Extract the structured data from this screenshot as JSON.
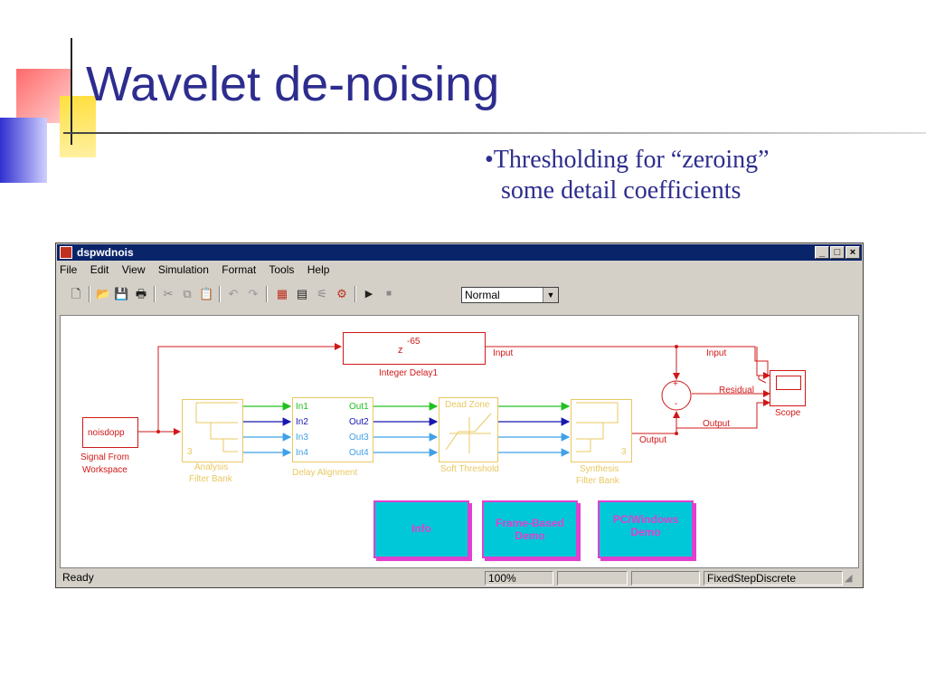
{
  "slide": {
    "title": "Wavelet de-noising",
    "bullet_line1": "•Thresholding for “zeroing”",
    "bullet_line2": "some detail coefficients"
  },
  "window": {
    "title": "dspwdnois",
    "controls": {
      "minimize": "_",
      "maximize": "□",
      "close": "×"
    }
  },
  "menu": [
    "File",
    "Edit",
    "View",
    "Simulation",
    "Format",
    "Tools",
    "Help"
  ],
  "toolbar": {
    "mode_select": "Normal",
    "icons": [
      "new-icon",
      "open-icon",
      "save-icon",
      "print-icon",
      "cut-icon",
      "copy-icon",
      "paste-icon",
      "undo-icon",
      "redo-icon",
      "library-icon",
      "model-browser-icon",
      "debug-icon",
      "solver-icon",
      "start-icon",
      "stop-icon"
    ]
  },
  "diagram": {
    "source": {
      "value": "noisdopp",
      "label1": "Signal From",
      "label2": "Workspace"
    },
    "analysis": {
      "digit": "3",
      "label1": "Analysis",
      "label2": "Filter Bank"
    },
    "delay_block": {
      "z": "z",
      "exp": "-65",
      "label": "Integer Delay1"
    },
    "delay_alignment": {
      "inputs": [
        "In1",
        "In2",
        "In3",
        "In4"
      ],
      "outputs": [
        "Out1",
        "Out2",
        "Out3",
        "Out4"
      ],
      "label": "Delay Alignment"
    },
    "dead_zone": {
      "title": "Dead Zone",
      "label": "Soft Threshold"
    },
    "synthesis": {
      "digit": "3",
      "label1": "Synthesis",
      "label2": "Filter Bank"
    },
    "sum": {
      "plus": "+",
      "minus": "-"
    },
    "scope": {
      "label": "Scope"
    },
    "signals": {
      "input_top": "Input",
      "input_scope": "Input",
      "residual": "Residual",
      "output_scope": "Output",
      "output": "Output"
    },
    "buttons": {
      "info": "Info",
      "frame_line1": "Frame-Based",
      "frame_line2": "Demo",
      "pc_line1": "PC/Windows",
      "pc_line2": "Demo"
    }
  },
  "status": {
    "state": "Ready",
    "zoom": "100%",
    "solver": "FixedStepDiscrete"
  },
  "colors": {
    "title": "#2d2d8f",
    "signal_red": "#d01818",
    "signal_green": "#20c020",
    "signal_blue": "#1818b0",
    "signal_lightblue": "#40a0e8",
    "block_yellow": "#e8c860",
    "button_cyan": "#00c8d8",
    "button_magenta": "#e040d0"
  }
}
